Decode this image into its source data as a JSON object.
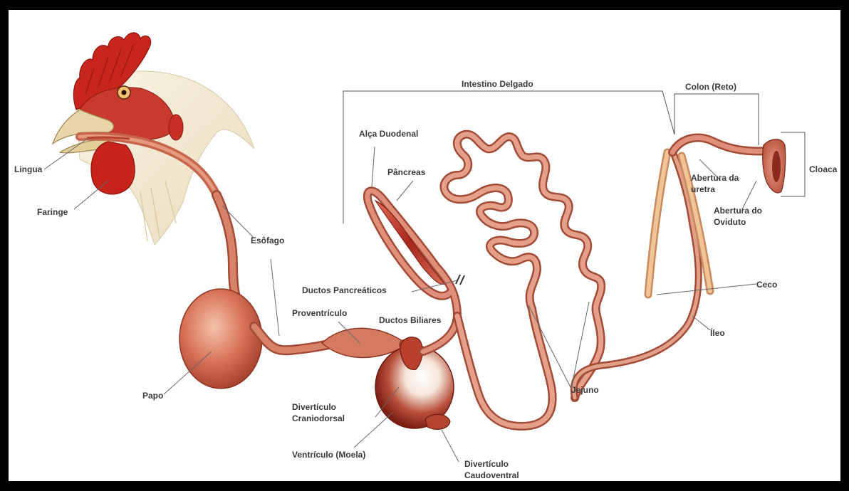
{
  "labels": {
    "lingua": "Lingua",
    "faringe": "Faringe",
    "esofago": "Esôfago",
    "papo": "Papo",
    "proventriculo": "Proventrículo",
    "ductos_pancreaticos": "Ductos Pancreáticos",
    "ductos_biliares": "Ductos Biliares",
    "alca_duodenal": "Alça Duodenal",
    "pancreas": "Pâncreas",
    "intestino_delgado": "Intestino Delgado",
    "colon_reto": "Colon (Reto)",
    "cloaca": "Cloaca",
    "abertura_uretra_l1": "Abertura da",
    "abertura_uretra_l2": "uretra",
    "abertura_oviduto_l1": "Abertura do",
    "abertura_oviduto_l2": "Oviduto",
    "ceco": "Ceco",
    "ileo": "Íleo",
    "jejuno": "Jejuno",
    "diverticulo_cranio_l1": "Divertículo",
    "diverticulo_cranio_l2": "Craniodorsal",
    "ventriculo": "Ventrículo (Moela)",
    "diverticulo_caudo_l1": "Divertículo",
    "diverticulo_caudo_l2": "Caudoventral"
  },
  "colors": {
    "frame": "#000000",
    "tract": "#d9826a",
    "tract_dark": "#a24b36",
    "comb": "#c8251c",
    "gizzard": "#8c2518"
  }
}
